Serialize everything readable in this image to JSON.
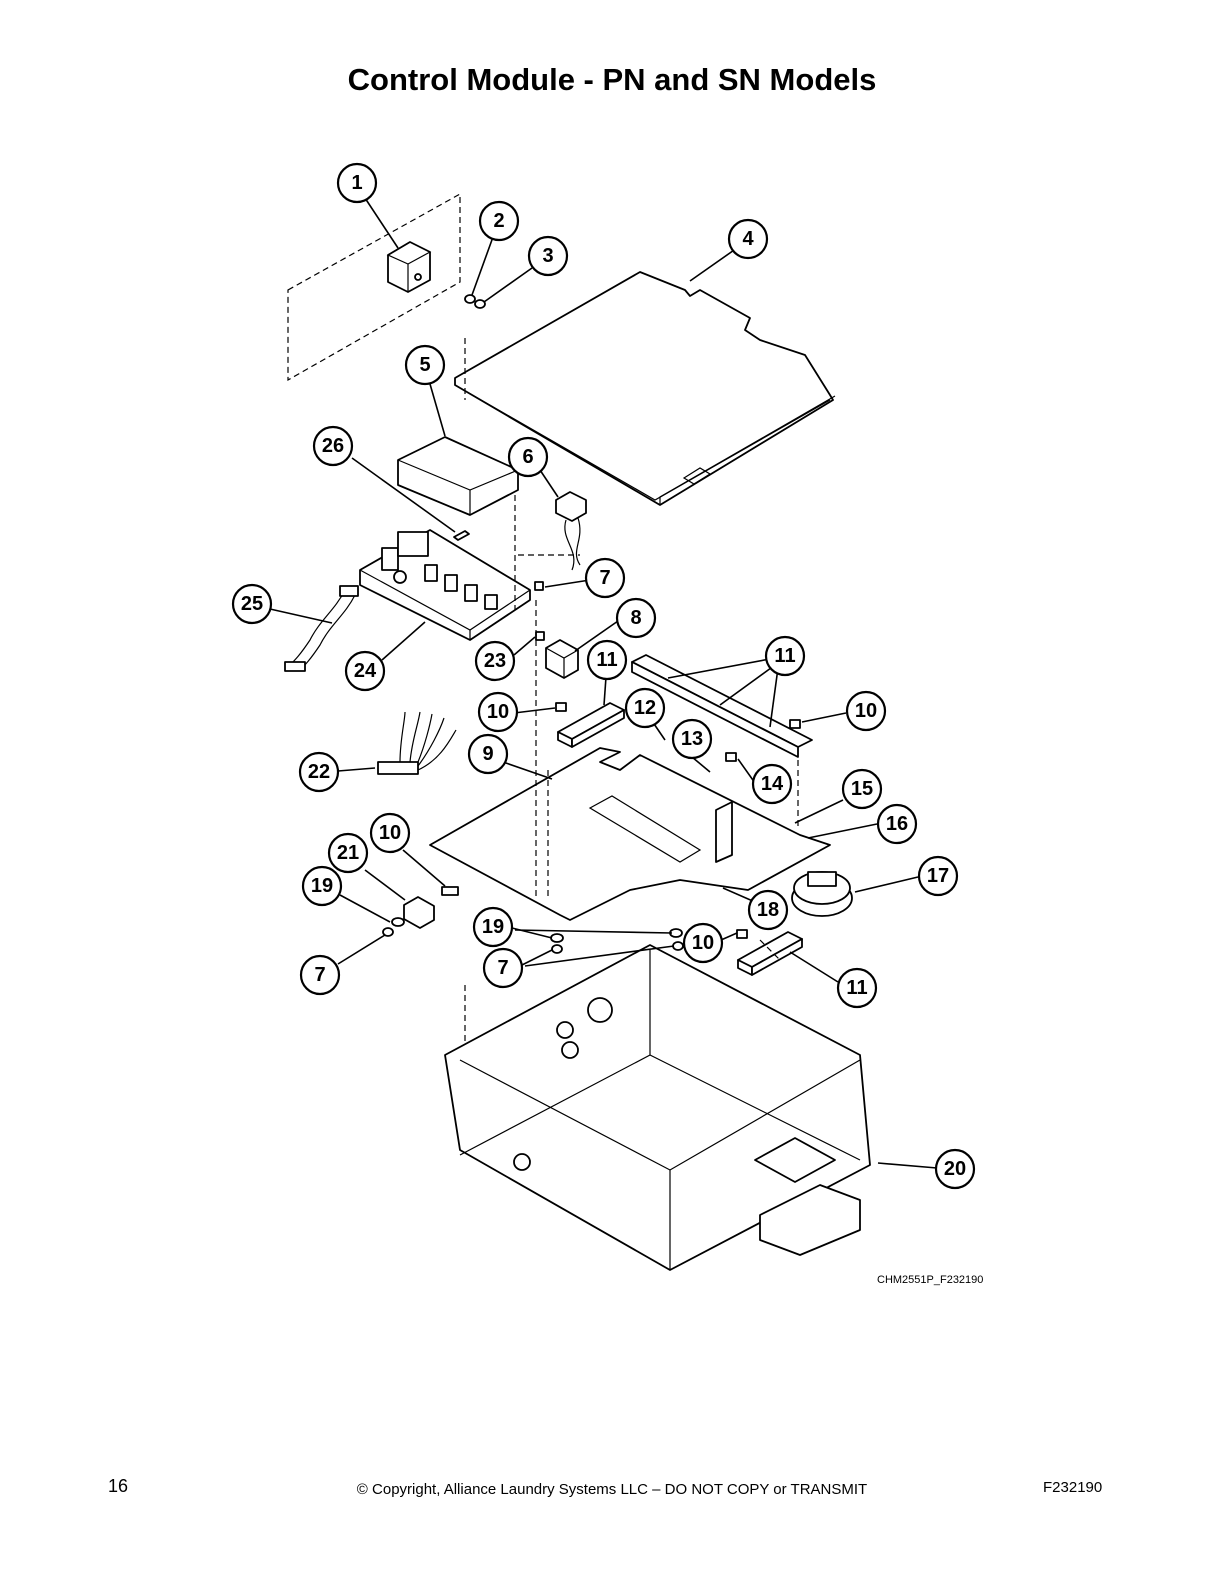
{
  "page": {
    "title": "Control Module - PN and SN Models",
    "reference_code": "CHM2551P_F232190",
    "page_number": "16",
    "copyright": "© Copyright, Alliance Laundry Systems LLC – DO NOT COPY or TRANSMIT",
    "document_id": "F232190"
  },
  "callouts": [
    {
      "id": "c1",
      "label": "1"
    },
    {
      "id": "c2",
      "label": "2"
    },
    {
      "id": "c3",
      "label": "3"
    },
    {
      "id": "c4",
      "label": "4"
    },
    {
      "id": "c5",
      "label": "5"
    },
    {
      "id": "c6",
      "label": "6"
    },
    {
      "id": "c7a",
      "label": "7"
    },
    {
      "id": "c8",
      "label": "8"
    },
    {
      "id": "c11a",
      "label": "11"
    },
    {
      "id": "c11b",
      "label": "11"
    },
    {
      "id": "c10a",
      "label": "10"
    },
    {
      "id": "c10b",
      "label": "10"
    },
    {
      "id": "c12",
      "label": "12"
    },
    {
      "id": "c13",
      "label": "13"
    },
    {
      "id": "c14",
      "label": "14"
    },
    {
      "id": "c15",
      "label": "15"
    },
    {
      "id": "c16",
      "label": "16"
    },
    {
      "id": "c17",
      "label": "17"
    },
    {
      "id": "c18",
      "label": "18"
    },
    {
      "id": "c9",
      "label": "9"
    },
    {
      "id": "c22",
      "label": "22"
    },
    {
      "id": "c25",
      "label": "25"
    },
    {
      "id": "c26",
      "label": "26"
    },
    {
      "id": "c23",
      "label": "23"
    },
    {
      "id": "c24",
      "label": "24"
    },
    {
      "id": "c10c",
      "label": "10"
    },
    {
      "id": "c21",
      "label": "21"
    },
    {
      "id": "c19a",
      "label": "19"
    },
    {
      "id": "c7b",
      "label": "7"
    },
    {
      "id": "c19b",
      "label": "19"
    },
    {
      "id": "c7c",
      "label": "7"
    },
    {
      "id": "c10d",
      "label": "10"
    },
    {
      "id": "c11c",
      "label": "11"
    },
    {
      "id": "c20",
      "label": "20"
    }
  ]
}
